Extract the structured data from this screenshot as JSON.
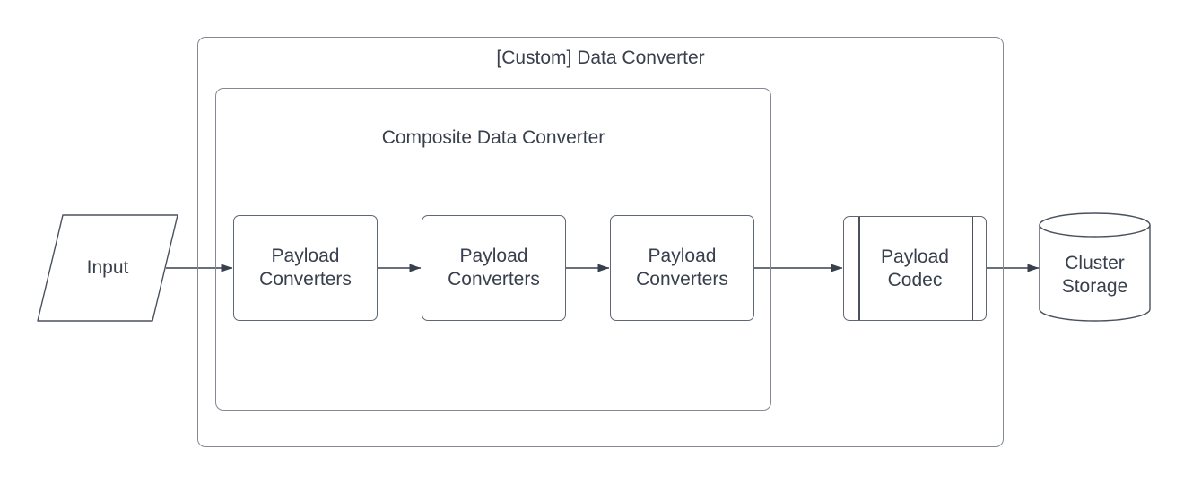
{
  "diagram": {
    "type": "flowchart",
    "groups": {
      "outer": {
        "label": "[Custom] Data Converter"
      },
      "composite": {
        "label": "Composite Data Converter"
      }
    },
    "nodes": {
      "input": {
        "label": "Input",
        "shape": "parallelogram"
      },
      "converter1": {
        "label": "Payload Converters",
        "shape": "rounded-rectangle"
      },
      "converter2": {
        "label": "Payload Converters",
        "shape": "rounded-rectangle"
      },
      "converter3": {
        "label": "Payload Converters",
        "shape": "rounded-rectangle"
      },
      "codec": {
        "label": "Payload Codec",
        "shape": "subroutine"
      },
      "storage": {
        "label": "Cluster Storage",
        "shape": "cylinder"
      }
    },
    "edges": [
      {
        "from": "input",
        "to": "converter1",
        "style": "arrow"
      },
      {
        "from": "converter1",
        "to": "converter2",
        "style": "arrow"
      },
      {
        "from": "converter2",
        "to": "converter3",
        "style": "arrow"
      },
      {
        "from": "converter3",
        "to": "codec",
        "style": "arrow"
      },
      {
        "from": "codec",
        "to": "storage",
        "style": "arrow"
      }
    ],
    "colors": {
      "background": "#FFFFFF",
      "text": "#39404D",
      "arrow": "#39404D",
      "node_border": "#5F6773",
      "container_border": "#848A93",
      "fill": "#FFFFFF"
    }
  }
}
